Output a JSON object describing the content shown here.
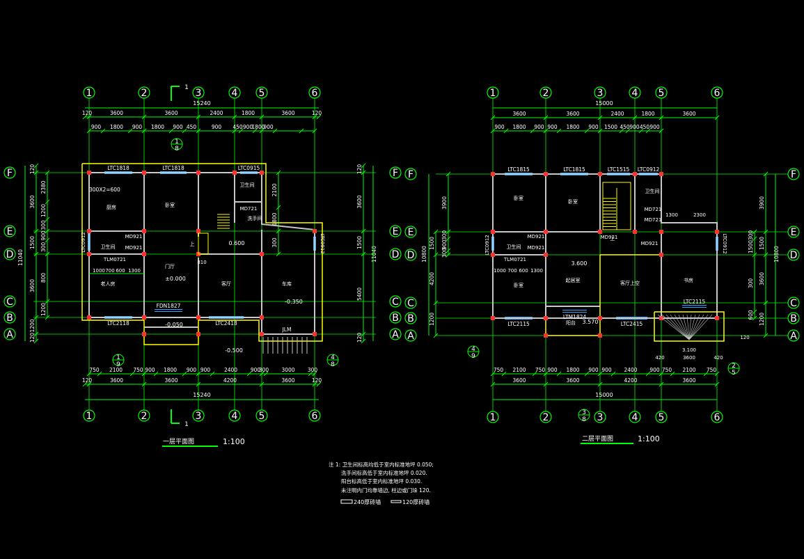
{
  "colors": {
    "background": "#000000",
    "dim_line": "#00ff00",
    "wall": "#c8c8c8",
    "highlight": "#ffff00",
    "column": "#ff3030",
    "window": "#33aaff",
    "text": "#ffffff"
  },
  "plan1": {
    "title": "一层平面图",
    "scale": "1:100",
    "axes_x": [
      "1",
      "2",
      "3",
      "4",
      "5",
      "6"
    ],
    "axes_y": [
      "F",
      "E",
      "D",
      "C",
      "B",
      "A"
    ],
    "dims_top": {
      "total": "15240",
      "row2": [
        "120",
        "3600",
        "3600",
        "2400",
        "1800",
        "3600",
        "120"
      ],
      "row3": [
        "900",
        "1800",
        "900",
        "1800",
        "900",
        "450",
        "900",
        "450",
        "900",
        "1800",
        "900"
      ]
    },
    "dims_bottom": {
      "total": "15240",
      "row1": [
        "750",
        "2100",
        "750",
        "900",
        "1800",
        "900",
        "900",
        "2400",
        "900",
        "300",
        "3000",
        "300"
      ],
      "row2": [
        "120",
        "3600",
        "3600",
        "4200",
        "3600",
        "120"
      ]
    },
    "dims_left": {
      "total": "11040",
      "parts": [
        "120",
        "3600",
        "1500",
        "3600",
        "1200",
        "120"
      ],
      "inner": [
        "2380",
        "1200",
        "300",
        "900",
        "300",
        "800",
        "1200"
      ]
    },
    "dims_right": {
      "total": "11040",
      "parts": [
        "120",
        "3600",
        "1500",
        "5400",
        "120"
      ],
      "inner": [
        "2100",
        "1800",
        "300"
      ]
    },
    "section": {
      "mark": "1"
    },
    "detail_marks": [
      "1",
      "8",
      "1",
      "9",
      "4",
      "8"
    ],
    "window_labels": [
      "LTC1818",
      "LTC1818",
      "LTC0915",
      "LTC0912",
      "LTC0912",
      "LTC2118",
      "LTC2418",
      "FDN1827",
      "JLM",
      "300X2=600"
    ],
    "door_labels": [
      "MD921",
      "MD921",
      "MD721",
      "TLM0721"
    ],
    "rooms": [
      "厨房",
      "卧室",
      "卫生间",
      "洗手间",
      "卫生间",
      "老人房",
      "门厅",
      "客厅",
      "车库"
    ],
    "sub_dims": [
      "1000",
      "700",
      "600",
      "1300",
      "810"
    ],
    "elevations": [
      "0.600",
      "±0.000",
      "-0.050",
      "-0.350",
      "-0.500"
    ],
    "stair": "上"
  },
  "plan2": {
    "title": "二层平面图",
    "scale": "1:100",
    "axes_x": [
      "1",
      "2",
      "3",
      "4",
      "5",
      "6"
    ],
    "axes_y": [
      "F",
      "E",
      "D",
      "C",
      "B",
      "A"
    ],
    "dims_top": {
      "total": "15000",
      "row2": [
        "3600",
        "3600",
        "2400",
        "1800",
        "3600"
      ],
      "row3": [
        "900",
        "1800",
        "900",
        "900",
        "1800",
        "900",
        "1500",
        "450",
        "900",
        "450",
        "900"
      ]
    },
    "dims_bottom": {
      "total": "15000",
      "row1": [
        "750",
        "2100",
        "750",
        "900",
        "1800",
        "900",
        "900",
        "2400",
        "900",
        "750",
        "2100",
        "750"
      ],
      "row2": [
        "3600",
        "3600",
        "4200",
        "3600"
      ]
    },
    "dims_left": {
      "total": "10800",
      "parts": [
        "1500",
        "4200",
        "1200"
      ],
      "inner": [
        "3900",
        "300",
        "900",
        "300"
      ]
    },
    "dims_right": {
      "total": "10800",
      "parts": [
        "3900",
        "1500",
        "3600",
        "1200"
      ],
      "inner": [
        "300",
        "1500",
        "300",
        "600"
      ]
    },
    "window_labels": [
      "LTC1815",
      "LTC1815",
      "LTC1515",
      "LTC0912",
      "LTC0912",
      "LTC0912",
      "LTC2115",
      "LTC2415",
      "LTC2115",
      "LTM1824"
    ],
    "door_labels": [
      "MD921",
      "MD921",
      "MD921",
      "MD921",
      "MD721",
      "MD721",
      "TLM0721"
    ],
    "rooms": [
      "卧室",
      "卧室",
      "卫生间",
      "卫生间",
      "卧室",
      "起居室",
      "客厅上空",
      "书房",
      "阳台"
    ],
    "sub_dims": [
      "1000",
      "700",
      "600",
      "1300",
      "1300",
      "2300",
      "3.100",
      "3600",
      "420",
      "420",
      "120"
    ],
    "elevations": [
      "3.600",
      "3.570"
    ],
    "detail_marks": [
      "4",
      "9",
      "2",
      "5",
      "3",
      "8"
    ],
    "stair": "上"
  },
  "notes": {
    "lines": [
      "注 1: 卫生间标高均低于室内标准地坪 0.050;",
      "洗手间标高低于室内标准地坪 0.020.",
      "阳台标高低于室内标准地坪 0.030.",
      "未注明内门均靠墙边, 柱边或门垛 120."
    ],
    "legend": [
      {
        "swatch": "240",
        "text": "240厚砖墙"
      },
      {
        "swatch": "120",
        "text": "120厚砖墙"
      }
    ]
  }
}
